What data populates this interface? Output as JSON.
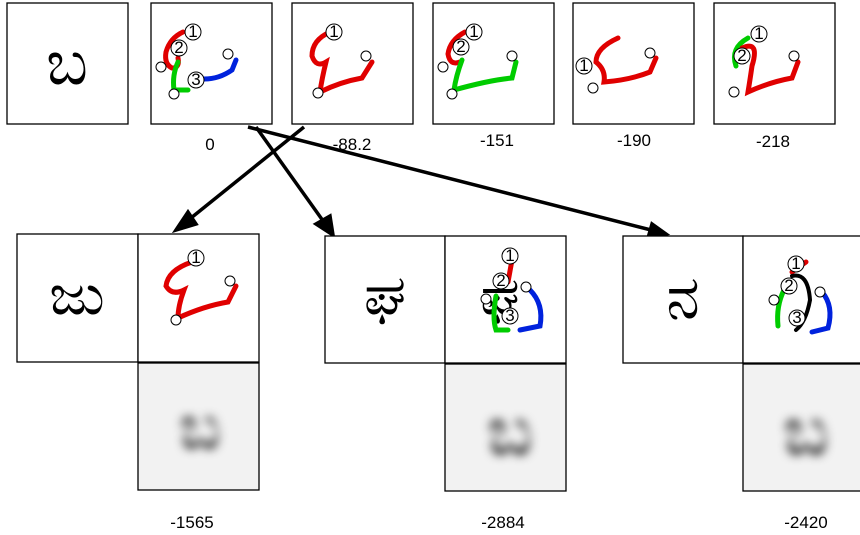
{
  "top": {
    "target_glyph": "ಬ",
    "parse_scores": [
      "0",
      "-88.2",
      "-151",
      "-190",
      "-218"
    ]
  },
  "bottom": [
    {
      "glyph": "ಜು",
      "score": "-1565"
    },
    {
      "glyph": "ಘ",
      "score": "-2884"
    },
    {
      "glyph": "ನ",
      "score": "-2420"
    }
  ],
  "colors": {
    "stroke1": "#e00000",
    "stroke2": "#00cc00",
    "stroke3": "#0022dd",
    "ink": "#000000",
    "blur": "#6e6e6e"
  }
}
